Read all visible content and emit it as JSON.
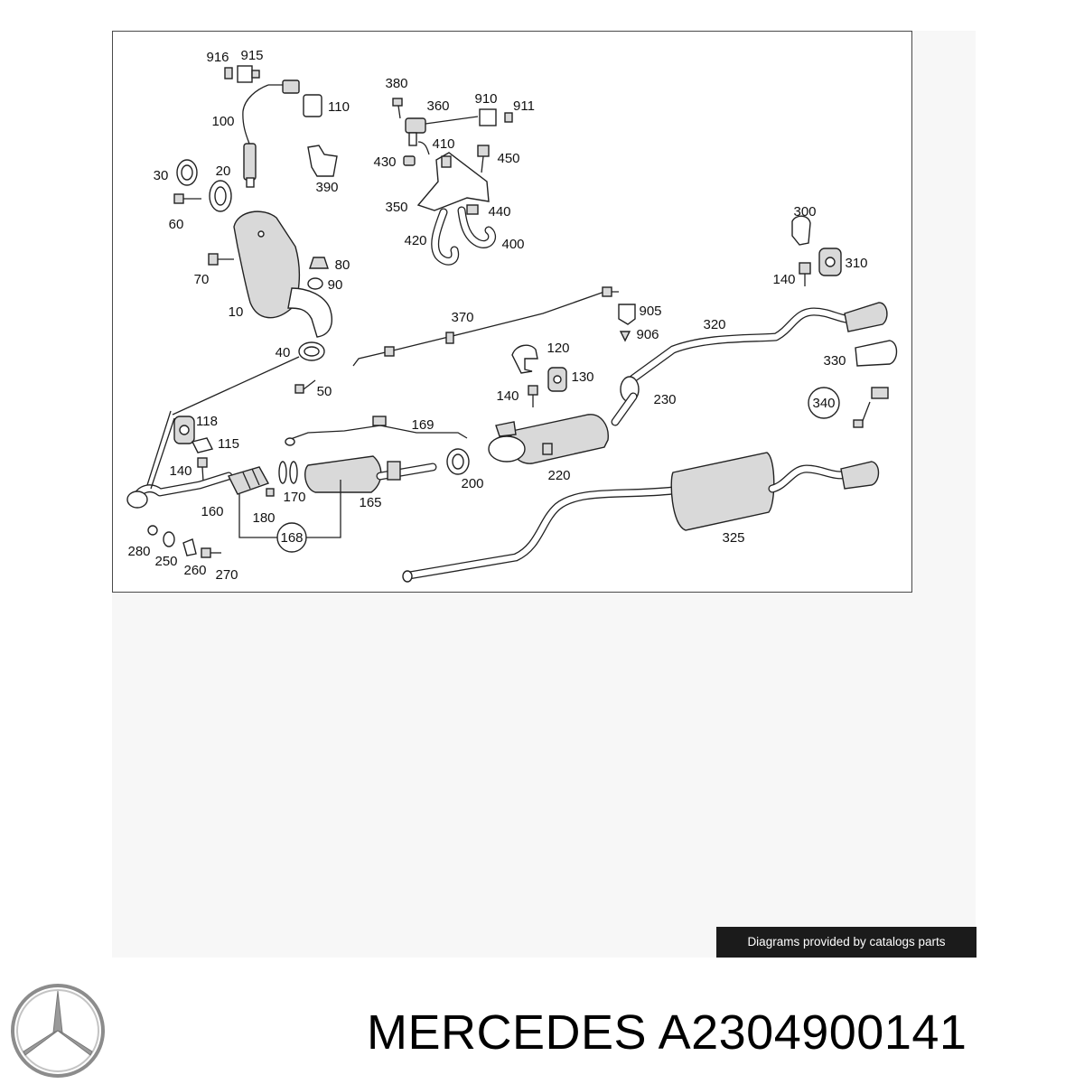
{
  "diagram": {
    "callouts": [
      {
        "label": "916"
      },
      {
        "label": "915"
      },
      {
        "label": "110"
      },
      {
        "label": "100"
      },
      {
        "label": "390"
      },
      {
        "label": "30"
      },
      {
        "label": "20"
      },
      {
        "label": "60"
      },
      {
        "label": "70"
      },
      {
        "label": "80"
      },
      {
        "label": "90"
      },
      {
        "label": "10"
      },
      {
        "label": "40"
      },
      {
        "label": "50"
      },
      {
        "label": "380"
      },
      {
        "label": "360"
      },
      {
        "label": "910"
      },
      {
        "label": "911"
      },
      {
        "label": "410"
      },
      {
        "label": "430"
      },
      {
        "label": "450"
      },
      {
        "label": "350"
      },
      {
        "label": "440"
      },
      {
        "label": "420"
      },
      {
        "label": "400"
      },
      {
        "label": "300"
      },
      {
        "label": "310"
      },
      {
        "label": "140"
      },
      {
        "label": "905"
      },
      {
        "label": "906"
      },
      {
        "label": "370"
      },
      {
        "label": "320"
      },
      {
        "label": "120"
      },
      {
        "label": "130"
      },
      {
        "label": "140"
      },
      {
        "label": "330"
      },
      {
        "label": "230"
      },
      {
        "label": "340"
      },
      {
        "label": "118"
      },
      {
        "label": "115"
      },
      {
        "label": "140"
      },
      {
        "label": "169"
      },
      {
        "label": "170"
      },
      {
        "label": "165"
      },
      {
        "label": "200"
      },
      {
        "label": "220"
      },
      {
        "label": "160"
      },
      {
        "label": "180"
      },
      {
        "label": "168"
      },
      {
        "label": "280"
      },
      {
        "label": "250"
      },
      {
        "label": "260"
      },
      {
        "label": "270"
      },
      {
        "label": "325"
      }
    ]
  },
  "credit": "Diagrams provided by catalogs parts",
  "product": {
    "brand": "MERCEDES",
    "part_number": "A2304900141"
  },
  "colors": {
    "frame_border": "#4a4a4a",
    "part_fill": "#d9d9d9",
    "credit_background": "#1b1b1b",
    "text": "#000000"
  },
  "icons": {
    "brand_logo": "mercedes-star-icon"
  }
}
